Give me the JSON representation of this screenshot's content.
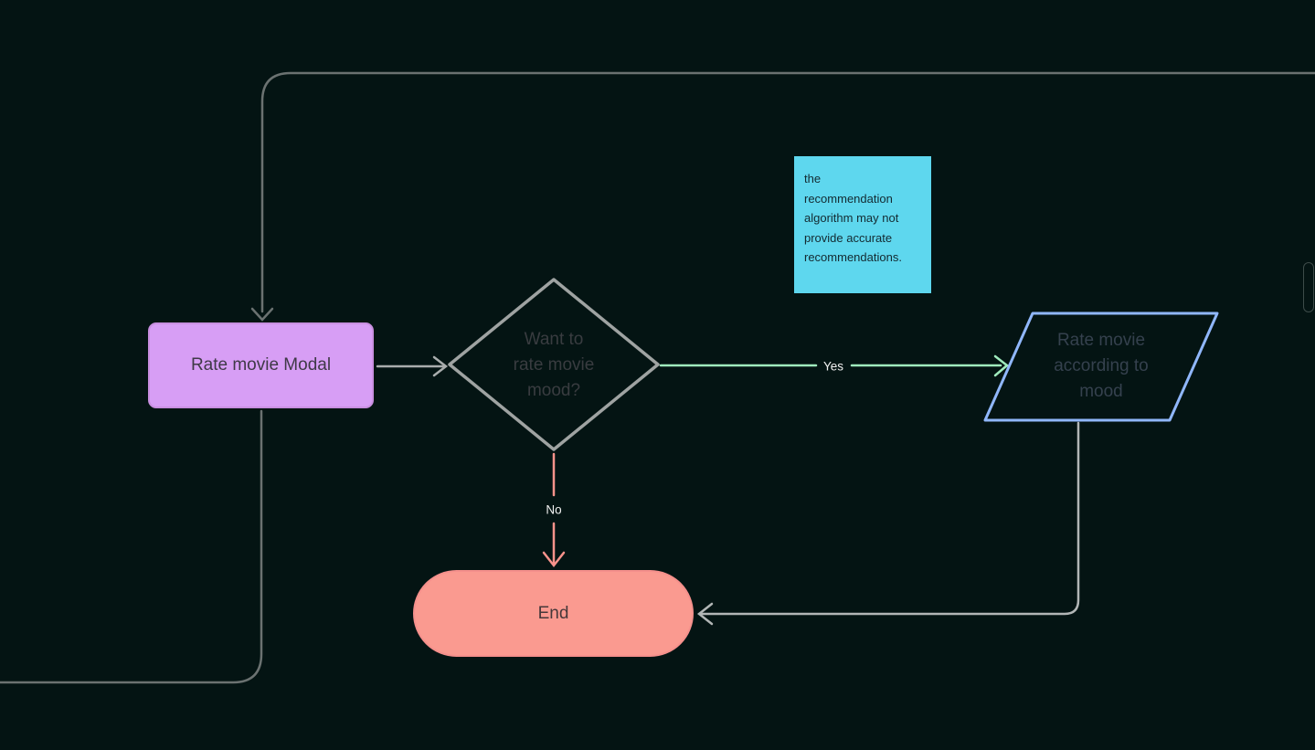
{
  "canvas": {
    "background": "#041413",
    "scrollbar": {
      "orientation": "vertical"
    }
  },
  "flowchart": {
    "nodes": [
      {
        "id": "rate-movie-modal",
        "shape": "rectangle",
        "label": "Rate movie Modal",
        "fill": "#d79ef5",
        "border": "#c98fe0"
      },
      {
        "id": "want-to-rate-movie-mood",
        "shape": "diamond",
        "label": "Want to\nrate movie\nmood?",
        "fill": "#cacbc9",
        "border": "#9fa3a2"
      },
      {
        "id": "rate-movie-according-to-mood",
        "shape": "parallelogram",
        "label": "Rate movie\naccording to\nmood",
        "fill": "#87b0fb",
        "border": "#90b7fb"
      },
      {
        "id": "end",
        "shape": "pill",
        "label": "End",
        "fill": "#fa9a90",
        "border": "#f5908c"
      }
    ],
    "note": {
      "text": "the\nrecommendation\nalgorithm may not\nprovide accurate\nrecommendations.",
      "fill": "#5ed7ee"
    },
    "edges": {
      "entry_to_modal": {
        "color": "#6b7271"
      },
      "modal_exit": {
        "color": "#6b7271"
      },
      "modal_to_decision": {
        "color": "#a9adad"
      },
      "decision_yes": {
        "label": "Yes",
        "color": "#9febbd"
      },
      "decision_no": {
        "label": "No",
        "color": "#f9928b"
      },
      "mood_to_end": {
        "color": "#b2b6b6"
      }
    }
  }
}
